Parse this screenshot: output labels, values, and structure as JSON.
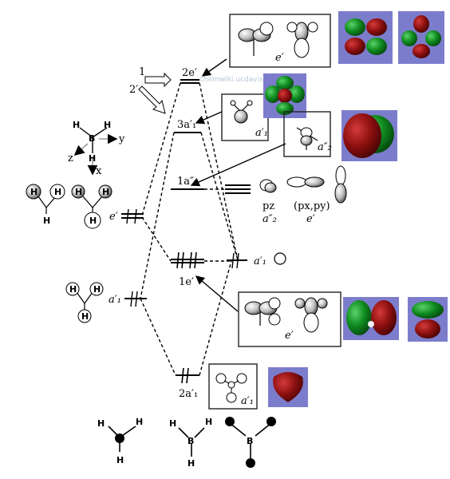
{
  "levels": {
    "e2_prime": "2e′",
    "a1_prime_3": "3a′₁",
    "a2_dprime_1": "1a″₂",
    "e1_prime": "1e′",
    "a1_prime_2": "2a′₁"
  },
  "left_labels": {
    "e_prime": "e′",
    "a1_prime": "a′₁"
  },
  "right_labels": {
    "pz": "pz",
    "a2_dprime": "a″₂",
    "pxpy": "(px,py)",
    "e_prime": "e′",
    "a1_prime_s": "a′₁"
  },
  "box_labels": {
    "top_e_prime": "e′",
    "mid_a1_prime": "a′₁",
    "mid_a2_dprime": "a″₂",
    "low_e_prime": "e′",
    "bottom_a1_prime": "a′₁"
  },
  "small_marks": {
    "mark_1": "1",
    "mark_2": "2′"
  },
  "atoms": {
    "H": "H",
    "B": "B"
  },
  "axes": {
    "x": "x",
    "y": "y",
    "z": "z"
  },
  "colors": {
    "orbital_red": "#8e1010",
    "orbital_green": "#0f8a1f",
    "orbital_bg": "#7c7ccc",
    "line": "#000000"
  }
}
